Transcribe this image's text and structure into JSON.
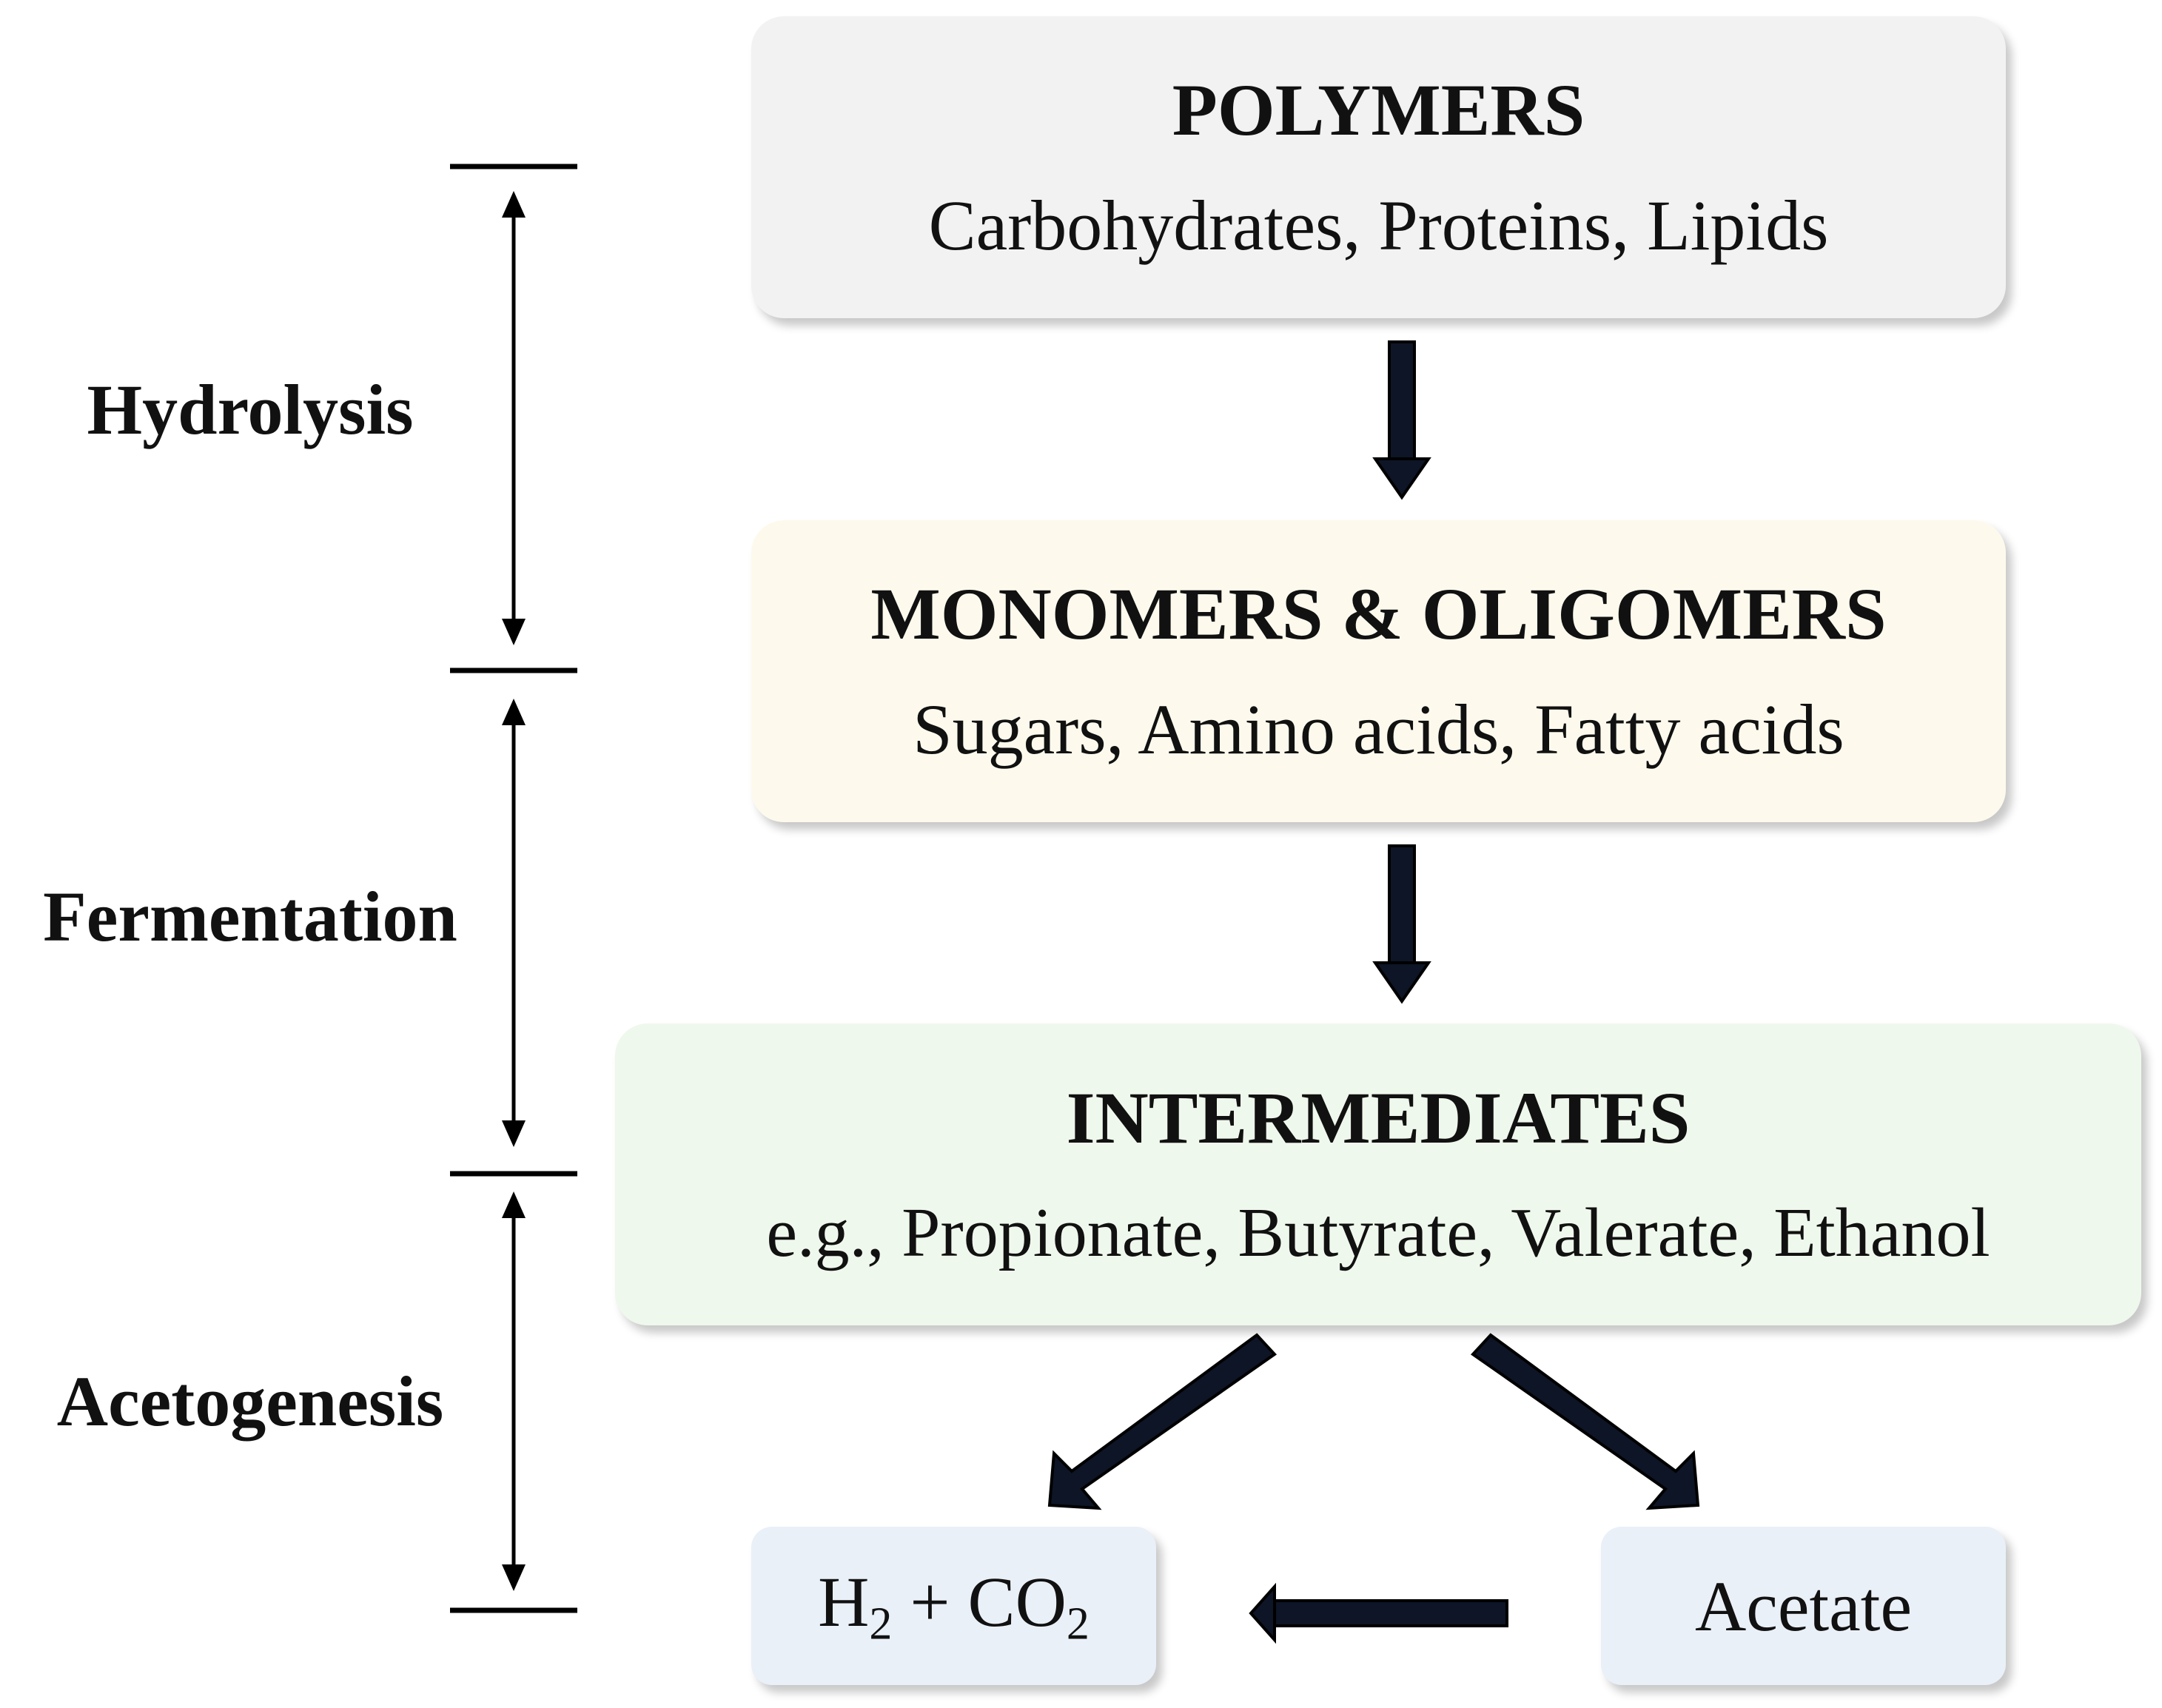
{
  "stages": [
    {
      "label": "Hydrolysis"
    },
    {
      "label": "Fermentation"
    },
    {
      "label": "Acetogenesis"
    }
  ],
  "boxes": {
    "polymers": {
      "title": "POLYMERS",
      "subtitle": "Carbohydrates, Proteins, Lipids",
      "color": "#f2f2f2"
    },
    "monomers": {
      "title": "MONOMERS & OLIGOMERS",
      "subtitle": "Sugars, Amino acids, Fatty acids",
      "color": "#fdfaed"
    },
    "intermediates": {
      "title": "INTERMEDIATES",
      "subtitle": "e.g., Propionate, Butyrate, Valerate, Ethanol",
      "color": "#eff8ec"
    },
    "h2co2": {
      "main_h": "H",
      "sub_2a": "2",
      "plus_co": " + CO",
      "sub_2b": "2",
      "color": "#eaf0f8"
    },
    "acetate": {
      "label": "Acetate",
      "color": "#eaf0f8"
    }
  },
  "colors": {
    "arrow": "#0d1526",
    "text": "#111111"
  }
}
